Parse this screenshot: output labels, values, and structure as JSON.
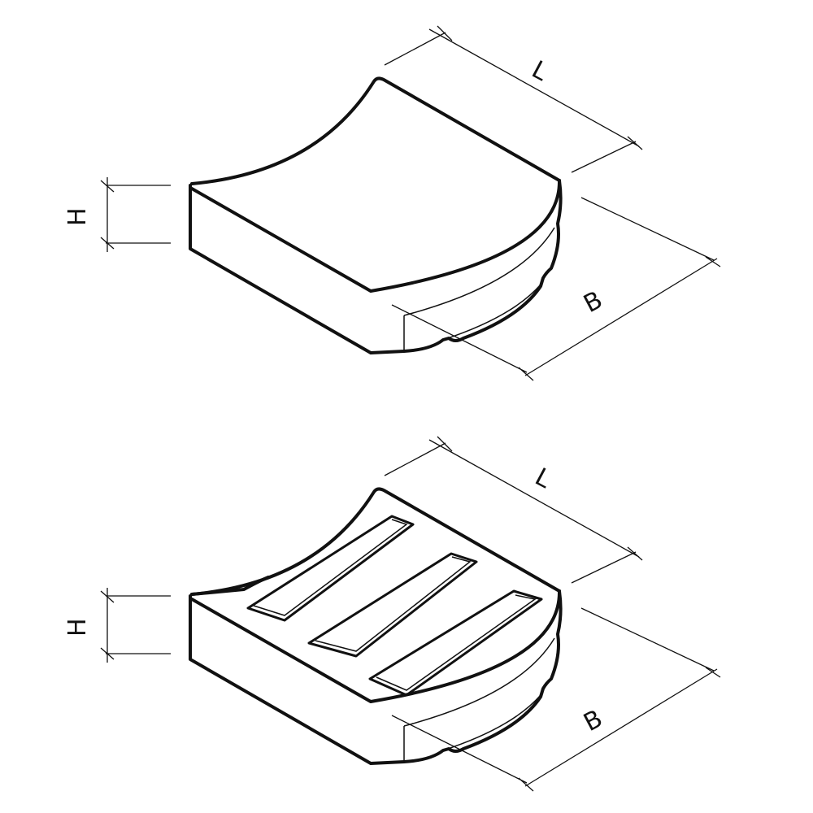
{
  "drawings": [
    {
      "name": "plain-curved-paver",
      "labels": {
        "length": "L",
        "width": "B",
        "height": "H"
      }
    },
    {
      "name": "grooved-curved-paver",
      "labels": {
        "length": "L",
        "width": "B",
        "height": "H"
      }
    }
  ],
  "colors": {
    "line": "#111111",
    "background": "#ffffff"
  }
}
